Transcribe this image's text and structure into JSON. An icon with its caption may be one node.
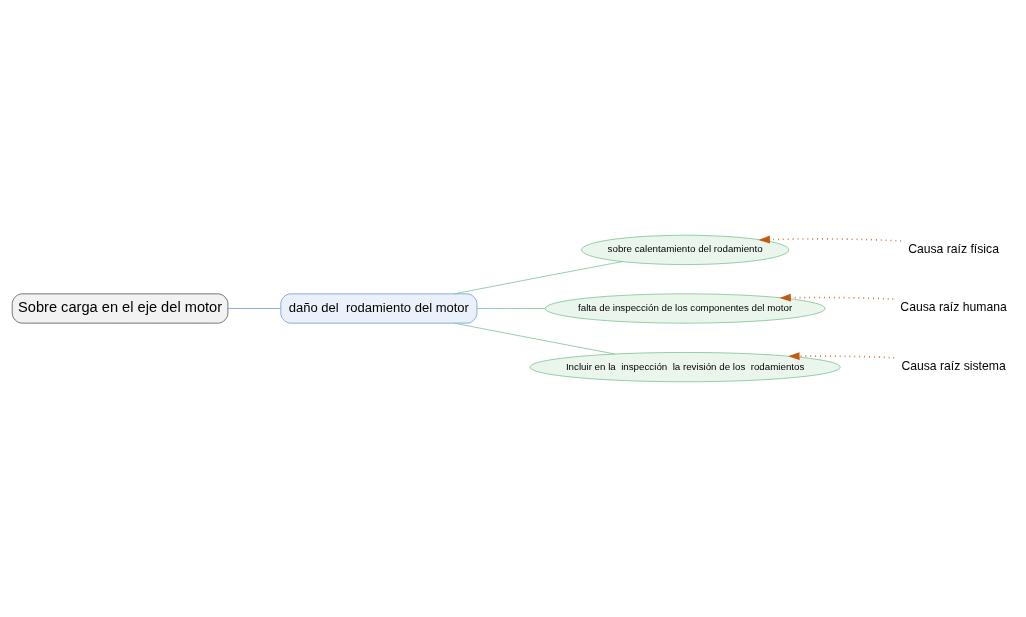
{
  "diagram": {
    "nodes": [
      {
        "text": [
          "Sobre carga en el eje del motor"
        ]
      },
      {
        "text": [
          "daño del  rodamiento del motor"
        ]
      },
      {
        "text": [
          "sobre calentamiento del rodamiento"
        ]
      },
      {
        "text": [
          "falta de inspección de los componentes del motor"
        ]
      },
      {
        "text": [
          "Incluir en la  inspección  la revisión de los  rodamientos"
        ]
      },
      {
        "text": [
          "Causa raíz física"
        ]
      },
      {
        "text": [
          "Causa raíz humana"
        ]
      },
      {
        "text": [
          "Causa raíz sistema"
        ]
      }
    ],
    "edges": [
      {
        "from": 0,
        "to": 1,
        "arrow": "none",
        "color": "#6e9bd1"
      },
      {
        "from": 1,
        "to": 2,
        "arrow": "none",
        "color": "#7fc497"
      },
      {
        "from": 1,
        "to": 3,
        "arrow": "none",
        "color": "#7fc497"
      },
      {
        "from": 1,
        "to": 4,
        "arrow": "none",
        "color": "#7fc497"
      },
      {
        "from": 5,
        "to": 2,
        "arrow": "to",
        "style": "dashed",
        "color": "#c55a11"
      },
      {
        "from": 6,
        "to": 3,
        "arrow": "to",
        "style": "dashed",
        "color": "#c55a11"
      },
      {
        "from": 7,
        "to": 4,
        "arrow": "to",
        "style": "dashed",
        "color": "#c55a11"
      }
    ]
  }
}
